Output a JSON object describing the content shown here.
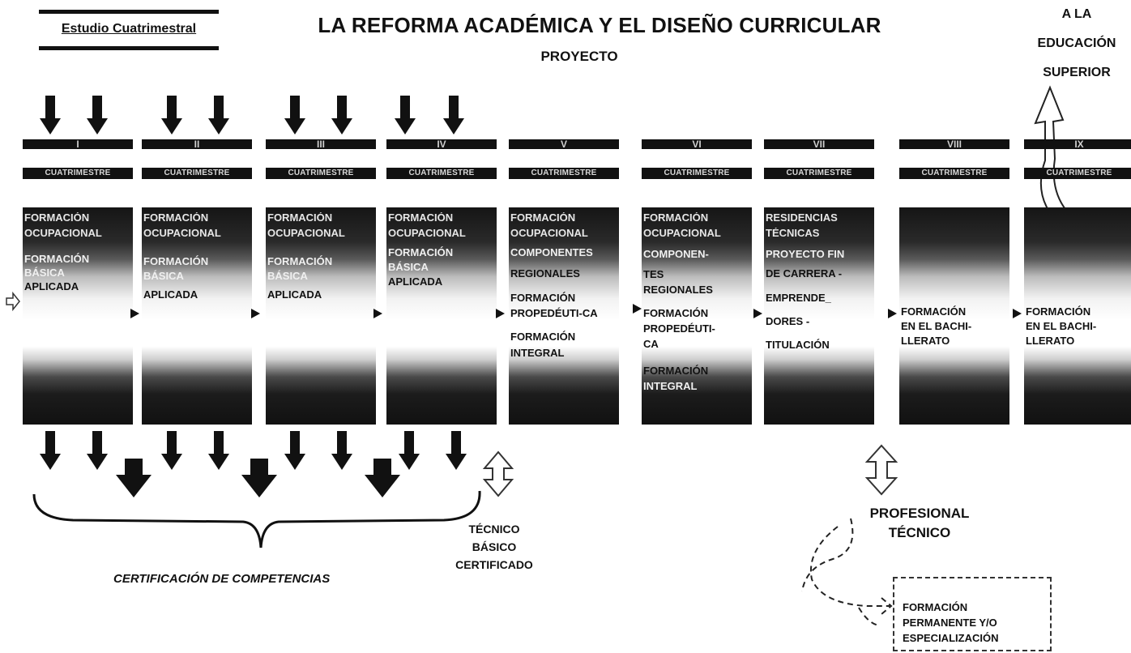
{
  "header": {
    "tag": "Estudio Cuatrimestral",
    "title": "LA REFORMA ACADÉMICA Y EL DISEÑO CURRICULAR",
    "subtitle": "PROYECTO",
    "edu_line1": "A LA",
    "edu_line2": "EDUCACIÓN",
    "edu_line3": "SUPERIOR"
  },
  "terms": [
    {
      "num": "I",
      "cuat": "CUATRIMESTRE",
      "hdr1": "FORMACIÓN",
      "hdr2": "OCUPACIONAL",
      "l1": "FORMACIÓN",
      "l2": "BÁSICA",
      "l3": "APLICADA"
    },
    {
      "num": "II",
      "cuat": "CUATRIMESTRE",
      "hdr1": "FORMACIÓN",
      "hdr2": "OCUPACIONAL",
      "l1": "FORMACIÓN",
      "l2": "BÁSICA",
      "l3": "APLICADA"
    },
    {
      "num": "III",
      "cuat": "CUATRIMESTRE",
      "hdr1": "FORMACIÓN",
      "hdr2": "OCUPACIONAL",
      "l1": "FORMACIÓN",
      "l2": "BÁSICA",
      "l3": "APLICADA"
    },
    {
      "num": "IV",
      "cuat": "CUATRIMESTRE",
      "hdr1": "FORMACIÓN",
      "hdr2": "OCUPACIONAL",
      "l1": "FORMACIÓN",
      "l2": "BÁSICA",
      "l3": "APLICADA"
    },
    {
      "num": "V",
      "cuat": "CUATRIMESTRE",
      "hdr1": "FORMACIÓN",
      "hdr2": "OCUPACIONAL",
      "l1": "COMPONENTES",
      "l2": "REGIONALES",
      "l3": "FORMACIÓN",
      "l4": "PROPEDÉUTI-CA",
      "l5": "FORMACIÓN",
      "l6": "INTEGRAL"
    },
    {
      "num": "VI",
      "cuat": "CUATRIMESTRE",
      "hdr1": "FORMACIÓN",
      "hdr2": "OCUPACIONAL",
      "l1": "COMPONEN-",
      "l2": "TES",
      "l3": "REGIONALES",
      "l4": "FORMACIÓN",
      "l5": "PROPEDÉUTI-",
      "l6": "CA",
      "l7": "FORMACIÓN",
      "l8": "INTEGRAL"
    },
    {
      "num": "VII",
      "cuat": "CUATRIMESTRE",
      "hdr1": "RESIDENCIAS",
      "hdr2": "TÉCNICAS",
      "l1": "PROYECTO FIN",
      "l2": "DE CARRERA -",
      "l3": "EMPRENDE_",
      "l4": "DORES -",
      "l5": "TITULACIÓN"
    },
    {
      "num": "VIII",
      "cuat": "CUATRIMESTRE",
      "l1": "FORMACIÓN",
      "l2": "EN EL BACHI-",
      "l3": "LLERATO"
    },
    {
      "num": "IX",
      "cuat": "CUATRIMESTRE",
      "l1": "FORMACIÓN",
      "l2": "EN EL BACHI-",
      "l3": "LLERATO"
    }
  ],
  "bottom": {
    "tecnico1": "TÉCNICO",
    "tecnico2": "BÁSICO",
    "tecnico3": "CERTIFICADO",
    "certificacion": "CERTIFICACIÓN DE COMPETENCIAS",
    "prof1": "PROFESIONAL",
    "prof2": "TÉCNICO",
    "box1": "FORMACIÓN",
    "box2": "PERMANENTE Y/O",
    "box3": "ESPECIALIZACIÓN"
  }
}
